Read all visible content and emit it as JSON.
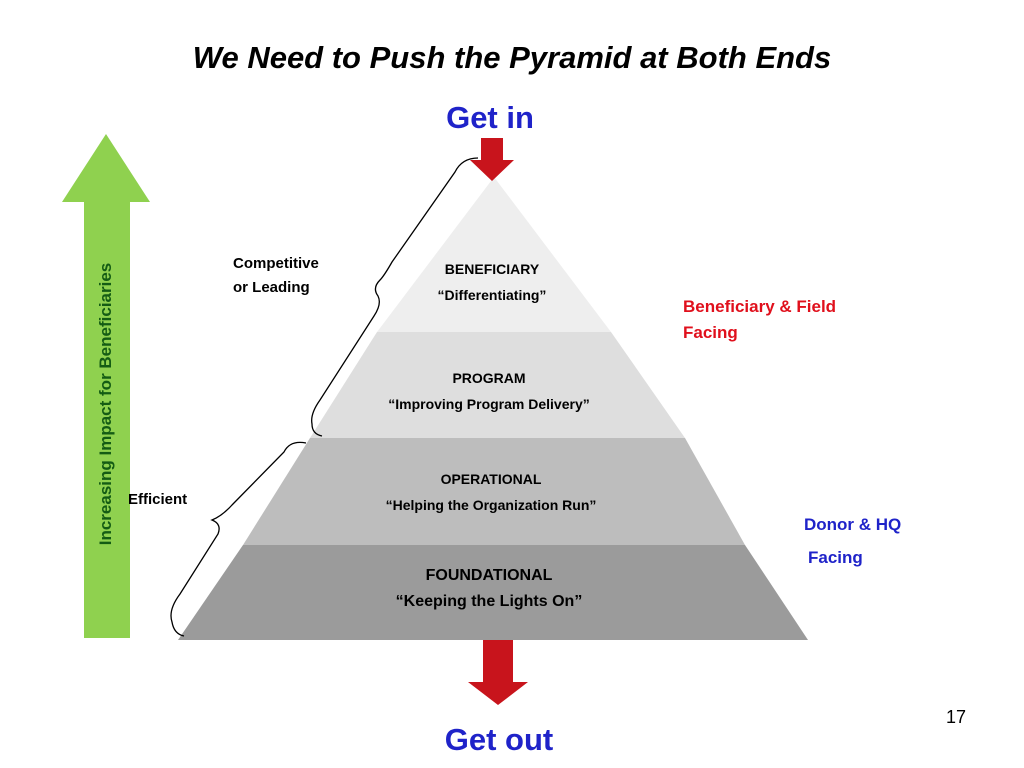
{
  "slide": {
    "title": "We Need to Push the Pyramid at Both Ends",
    "page_number": "17"
  },
  "arrows": {
    "top_label": "Get in",
    "bottom_label": "Get out",
    "side_label": "Increasing Impact for Beneficiaries"
  },
  "pyramid": {
    "tiers": [
      {
        "name": "BENEFICIARY",
        "quote": "“Differentiating”",
        "fill": "#eeeeee"
      },
      {
        "name": "PROGRAM",
        "quote": "“Improving Program Delivery”",
        "fill": "#dedede"
      },
      {
        "name": "OPERATIONAL",
        "quote": "“Helping the Organization Run”",
        "fill": "#bdbdbd"
      },
      {
        "name": "FOUNDATIONAL",
        "quote": "“Keeping the Lights On”",
        "fill": "#9b9b9b"
      }
    ]
  },
  "brackets": {
    "upper_label_line1": "Competitive",
    "upper_label_line2": "or Leading",
    "lower_label": "Efficient"
  },
  "side_labels": {
    "field_line1": "Beneficiary & Field",
    "field_line2": "Facing",
    "donor_line1": "Donor & HQ",
    "donor_line2": "Facing"
  },
  "colors": {
    "accent_blue": "#1f23c9",
    "accent_red": "#e0101c",
    "arrow_red": "#c8141c",
    "arrow_green": "#8fd14f"
  }
}
